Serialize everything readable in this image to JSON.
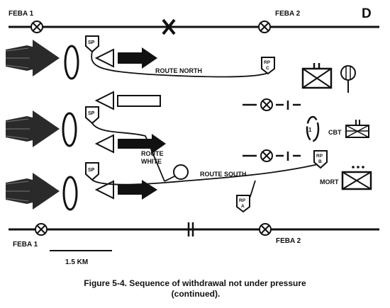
{
  "figure": {
    "caption_line1": "Figure 5-4.  Sequence of withdrawal not under pressure",
    "caption_line2": "(continued).",
    "panel_letter": "D"
  },
  "lines": {
    "top_left": "FEBA 1",
    "top_right": "FEBA 2",
    "bottom_left": "FEBA 1",
    "bottom_right": "FEBA 2"
  },
  "routes": {
    "north": "ROUTE NORTH",
    "white_line1": "ROUTE",
    "white_line2": "WHITE",
    "south": "ROUTE SOUTH"
  },
  "points": {
    "sp": "SP",
    "rp": "RP",
    "rp_c": "C",
    "rp_b": "B",
    "rp_a": "A"
  },
  "units": {
    "cbt": "CBT",
    "mort": "MORT",
    "one": "1"
  },
  "scale": {
    "label": "1.5 KM"
  }
}
